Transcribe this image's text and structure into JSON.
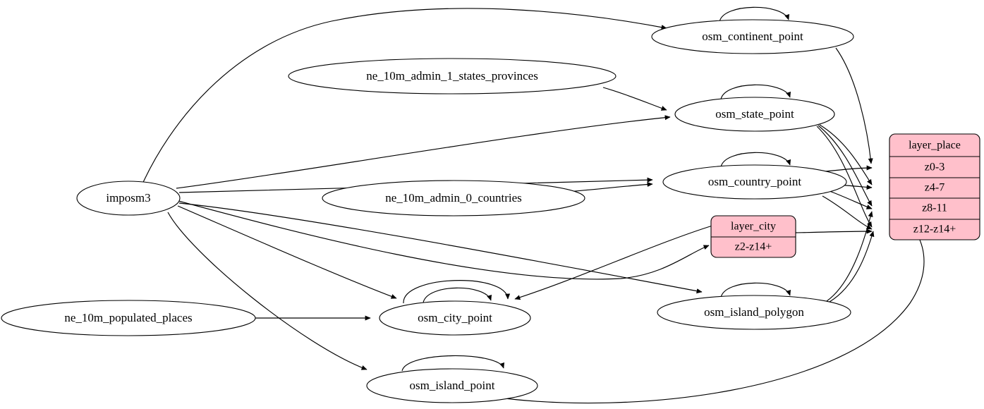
{
  "diagram": {
    "type": "graph",
    "title": "",
    "background_color": "#ffffff",
    "node_fill_default": "#ffffff",
    "node_fill_layer": "#ffc0cb",
    "stroke_color": "#000000",
    "sources": [
      {
        "id": "imposm3",
        "label": "imposm3",
        "shape": "ellipse"
      },
      {
        "id": "ne_10m_admin_1_states_provinces",
        "label": "ne_10m_admin_1_states_provinces",
        "shape": "ellipse"
      },
      {
        "id": "ne_10m_admin_0_countries",
        "label": "ne_10m_admin_0_countries",
        "shape": "ellipse"
      },
      {
        "id": "ne_10m_populated_places",
        "label": "ne_10m_populated_places",
        "shape": "ellipse"
      }
    ],
    "tables": [
      {
        "id": "osm_continent_point",
        "label": "osm_continent_point",
        "shape": "ellipse"
      },
      {
        "id": "osm_state_point",
        "label": "osm_state_point",
        "shape": "ellipse"
      },
      {
        "id": "osm_country_point",
        "label": "osm_country_point",
        "shape": "ellipse"
      },
      {
        "id": "osm_city_point",
        "label": "osm_city_point",
        "shape": "ellipse"
      },
      {
        "id": "osm_island_polygon",
        "label": "osm_island_polygon",
        "shape": "ellipse"
      },
      {
        "id": "osm_island_point",
        "label": "osm_island_point",
        "shape": "ellipse"
      }
    ],
    "layers": [
      {
        "id": "layer_place",
        "title": "layer_place",
        "fill": "#ffc0cb",
        "rows": [
          "z0-3",
          "z4-7",
          "z8-11",
          "z12-z14+"
        ]
      },
      {
        "id": "layer_city",
        "title": "layer_city",
        "fill": "#ffc0cb",
        "rows": [
          "z2-z14+"
        ]
      }
    ],
    "edges": [
      {
        "from": "imposm3",
        "to": "osm_continent_point"
      },
      {
        "from": "imposm3",
        "to": "osm_state_point"
      },
      {
        "from": "imposm3",
        "to": "osm_country_point"
      },
      {
        "from": "imposm3",
        "to": "osm_city_point"
      },
      {
        "from": "imposm3",
        "to": "osm_island_point"
      },
      {
        "from": "imposm3",
        "to": "osm_island_polygon"
      },
      {
        "from": "imposm3",
        "to": "layer_city"
      },
      {
        "from": "ne_10m_admin_1_states_provinces",
        "to": "osm_state_point"
      },
      {
        "from": "ne_10m_admin_0_countries",
        "to": "osm_country_point"
      },
      {
        "from": "ne_10m_populated_places",
        "to": "osm_city_point"
      },
      {
        "from": "osm_continent_point",
        "to": "osm_continent_point",
        "self": true
      },
      {
        "from": "osm_state_point",
        "to": "osm_state_point",
        "self": true
      },
      {
        "from": "osm_country_point",
        "to": "osm_country_point",
        "self": true
      },
      {
        "from": "osm_city_point",
        "to": "osm_city_point",
        "self": true
      },
      {
        "from": "osm_island_polygon",
        "to": "osm_island_polygon",
        "self": true
      },
      {
        "from": "osm_island_point",
        "to": "osm_island_point",
        "self": true
      },
      {
        "from": "osm_continent_point",
        "to": "layer_place.z0-3"
      },
      {
        "from": "osm_state_point",
        "to": "layer_place.z4-7"
      },
      {
        "from": "osm_state_point",
        "to": "layer_place.z8-11"
      },
      {
        "from": "osm_state_point",
        "to": "layer_place.z12-z14+"
      },
      {
        "from": "osm_country_point",
        "to": "layer_place.z0-3"
      },
      {
        "from": "osm_country_point",
        "to": "layer_place.z4-7"
      },
      {
        "from": "osm_country_point",
        "to": "layer_place.z8-11"
      },
      {
        "from": "osm_country_point",
        "to": "layer_place.z12-z14+"
      },
      {
        "from": "osm_island_polygon",
        "to": "layer_place.z8-11"
      },
      {
        "from": "osm_island_polygon",
        "to": "layer_place.z12-z14+"
      },
      {
        "from": "osm_island_point",
        "to": "layer_place.z12-z14+"
      },
      {
        "from": "layer_city",
        "to": "layer_place.z12-z14+"
      },
      {
        "from": "layer_city",
        "to": "osm_city_point"
      }
    ]
  }
}
